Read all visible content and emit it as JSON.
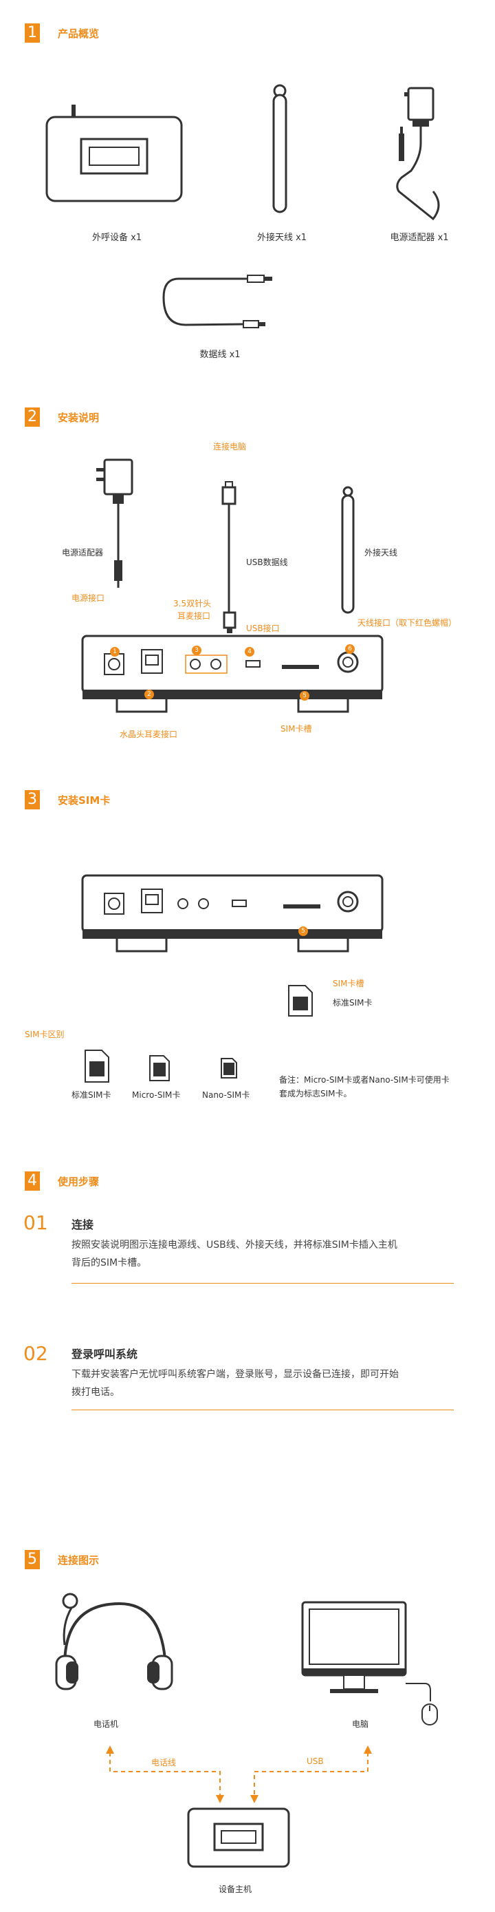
{
  "sections": {
    "s1": {
      "num": "1",
      "title": "产品概览"
    },
    "s2": {
      "num": "2",
      "title": "安装说明"
    },
    "s3": {
      "num": "3",
      "title": "安装SIM卡"
    },
    "s4": {
      "num": "4",
      "title": "使用步骤"
    },
    "s5": {
      "num": "5",
      "title": "连接图示"
    }
  },
  "overview": {
    "device": "外呼设备 x1",
    "antenna": "外接天线 x1",
    "adapter": "电源适配器 x1",
    "cable": "数据线 x1"
  },
  "install": {
    "connect_pc": "连接电脑",
    "power_adapter": "电源适配器",
    "usb_cable": "USB数据线",
    "ext_antenna": "外接天线",
    "power_port": "电源接口",
    "jack_line1": "3.5双针头",
    "jack_line2": "耳麦接口",
    "usb_port": "USB接口",
    "antenna_port": "天线接口（取下红色螺帽）",
    "rj_port": "水晶头耳麦接口",
    "sim_slot": "SIM卡槽",
    "markers": [
      "1",
      "2",
      "3",
      "4",
      "5",
      "6"
    ]
  },
  "sim": {
    "slot_label": "SIM卡槽",
    "standard_label": "标准SIM卡",
    "diff_title": "SIM卡区别",
    "types": [
      "标准SIM卡",
      "Micro-SIM卡",
      "Nano-SIM卡"
    ],
    "note_line1": "备注：Micro-SIM卡或者Nano-SIM卡可使用卡",
    "note_line2": "套成为标志SIM卡。",
    "marker": "5"
  },
  "steps": [
    {
      "num": "01",
      "title": "连接",
      "desc_line1": "按照安装说明图示连接电源线、USB线、外接天线，并将标准SIM卡插入主机",
      "desc_line2": "背后的SIM卡槽。"
    },
    {
      "num": "02",
      "title": "登录呼叫系统",
      "desc_line1": "下载并安装客户无忧呼叫系统客户端，登录账号，显示设备已连接，即可开始",
      "desc_line2": "拨打电话。"
    }
  ],
  "diagram": {
    "phone": "电话机",
    "pc": "电脑",
    "phone_line": "电话线",
    "usb": "USB",
    "host": "设备主机"
  },
  "colors": {
    "accent": "#f08c1a",
    "ink": "#333333"
  }
}
